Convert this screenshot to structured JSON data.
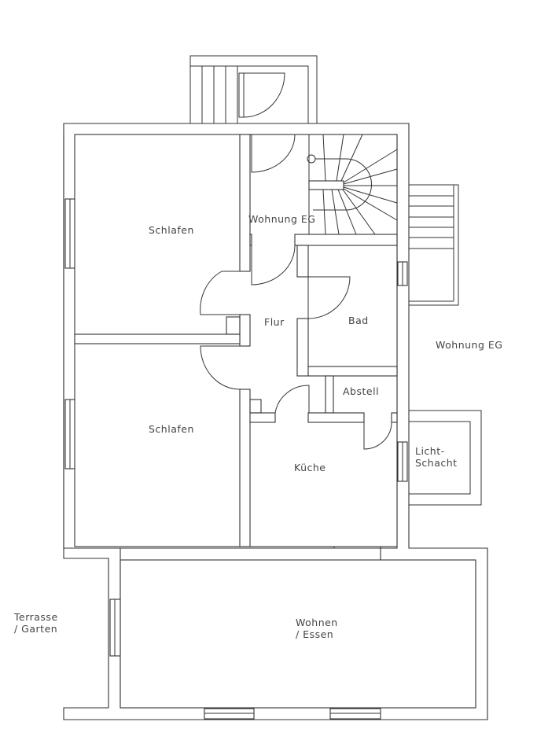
{
  "title": "Grundriss Wohnung EG",
  "rooms": {
    "schlafen_1": "Schlafen",
    "schlafen_2": "Schlafen",
    "wohnung_eg_stair": "Wohnung EG",
    "flur": "Flur",
    "bad": "Bad",
    "abstell": "Abstell",
    "kueche": "Küche",
    "licht_1": "Licht-",
    "licht_2": "Schacht",
    "wohnen_1": "Wohnen",
    "wohnen_2": "/ Essen",
    "wohnung_eg_outside": "Wohnung EG",
    "terrasse_1": "Terrasse",
    "terrasse_2": "/ Garten"
  },
  "colors": {
    "line": "#333333",
    "background": "#ffffff"
  }
}
